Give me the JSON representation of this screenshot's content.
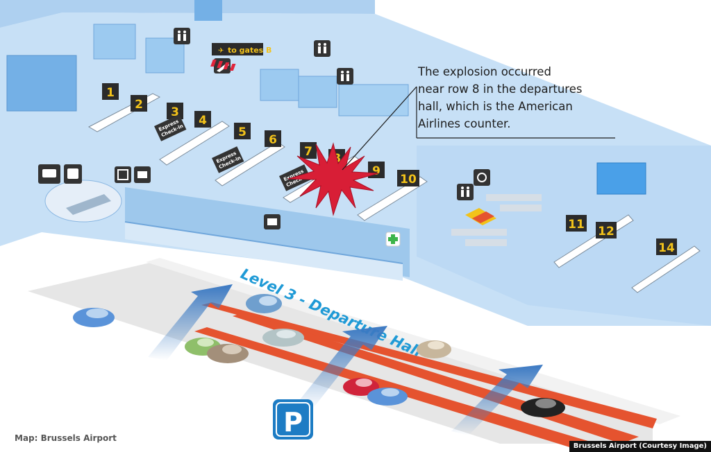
{
  "map": {
    "gate_sign": "to gates B",
    "level_label": "Level 3 - Departure Hall",
    "counters": [
      "1",
      "2",
      "3",
      "4",
      "5",
      "6",
      "7",
      "8",
      "9",
      "10",
      "11",
      "12",
      "14"
    ],
    "express_checkin_label": [
      "Express",
      "Check-in"
    ],
    "parking_sign": "P",
    "icons": [
      "restroom-icon",
      "departures-plane-icon",
      "train-icon",
      "bus-icon",
      "elevator-icon",
      "ticket-icon",
      "accessibility-icon",
      "first-aid-icon",
      "parking-icon",
      "explosion-marker-icon"
    ],
    "colors": {
      "floor": "#c7e0f6",
      "wall": "#8fc0ea",
      "explosion": "#d81e36",
      "counter_label": "#f2c21a",
      "level_text": "#1f9ad6",
      "lane": "#e5532f",
      "road": "#e6e6e6"
    }
  },
  "callout": {
    "lines": [
      "The explosion occurred",
      "near row 8 in the departures",
      "hall, which is the American",
      "Airlines counter."
    ]
  },
  "caption": "Map: Brussels Airport",
  "credit": "Brussels Airport (Courtesy Image)"
}
